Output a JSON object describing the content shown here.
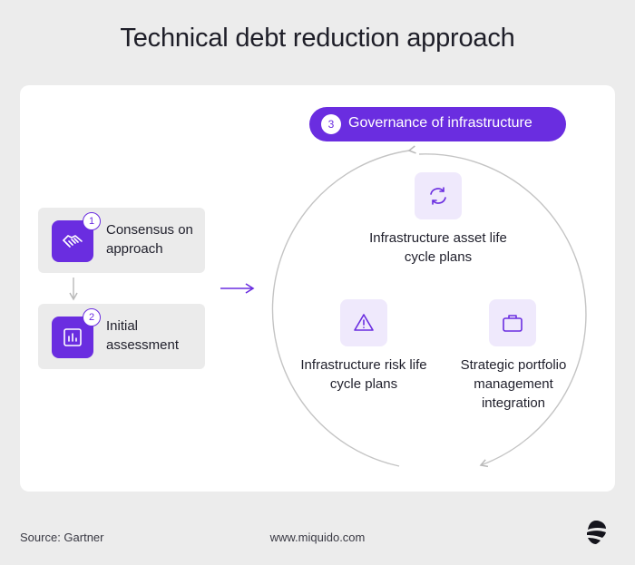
{
  "title": "Technical debt reduction approach",
  "steps": [
    {
      "number": "1",
      "label": "Consensus on approach",
      "icon": "handshake-icon"
    },
    {
      "number": "2",
      "label": "Initial assessment",
      "icon": "bar-chart-icon"
    }
  ],
  "governance": {
    "number": "3",
    "label": "Governance of infrastructure"
  },
  "cycle_nodes": [
    {
      "label": "Infrastructure asset life cycle plans",
      "icon": "refresh-icon"
    },
    {
      "label": "Infrastructure risk life cycle plans",
      "icon": "warning-icon"
    },
    {
      "label": "Strategic portfolio management integration",
      "icon": "briefcase-icon"
    }
  ],
  "footer": {
    "source": "Source: Gartner",
    "website": "www.miquido.com"
  },
  "colors": {
    "accent": "#6a2de0",
    "icon_bg": "#efe9fc",
    "step_bg": "#ebebeb",
    "page_bg": "#ececec"
  }
}
